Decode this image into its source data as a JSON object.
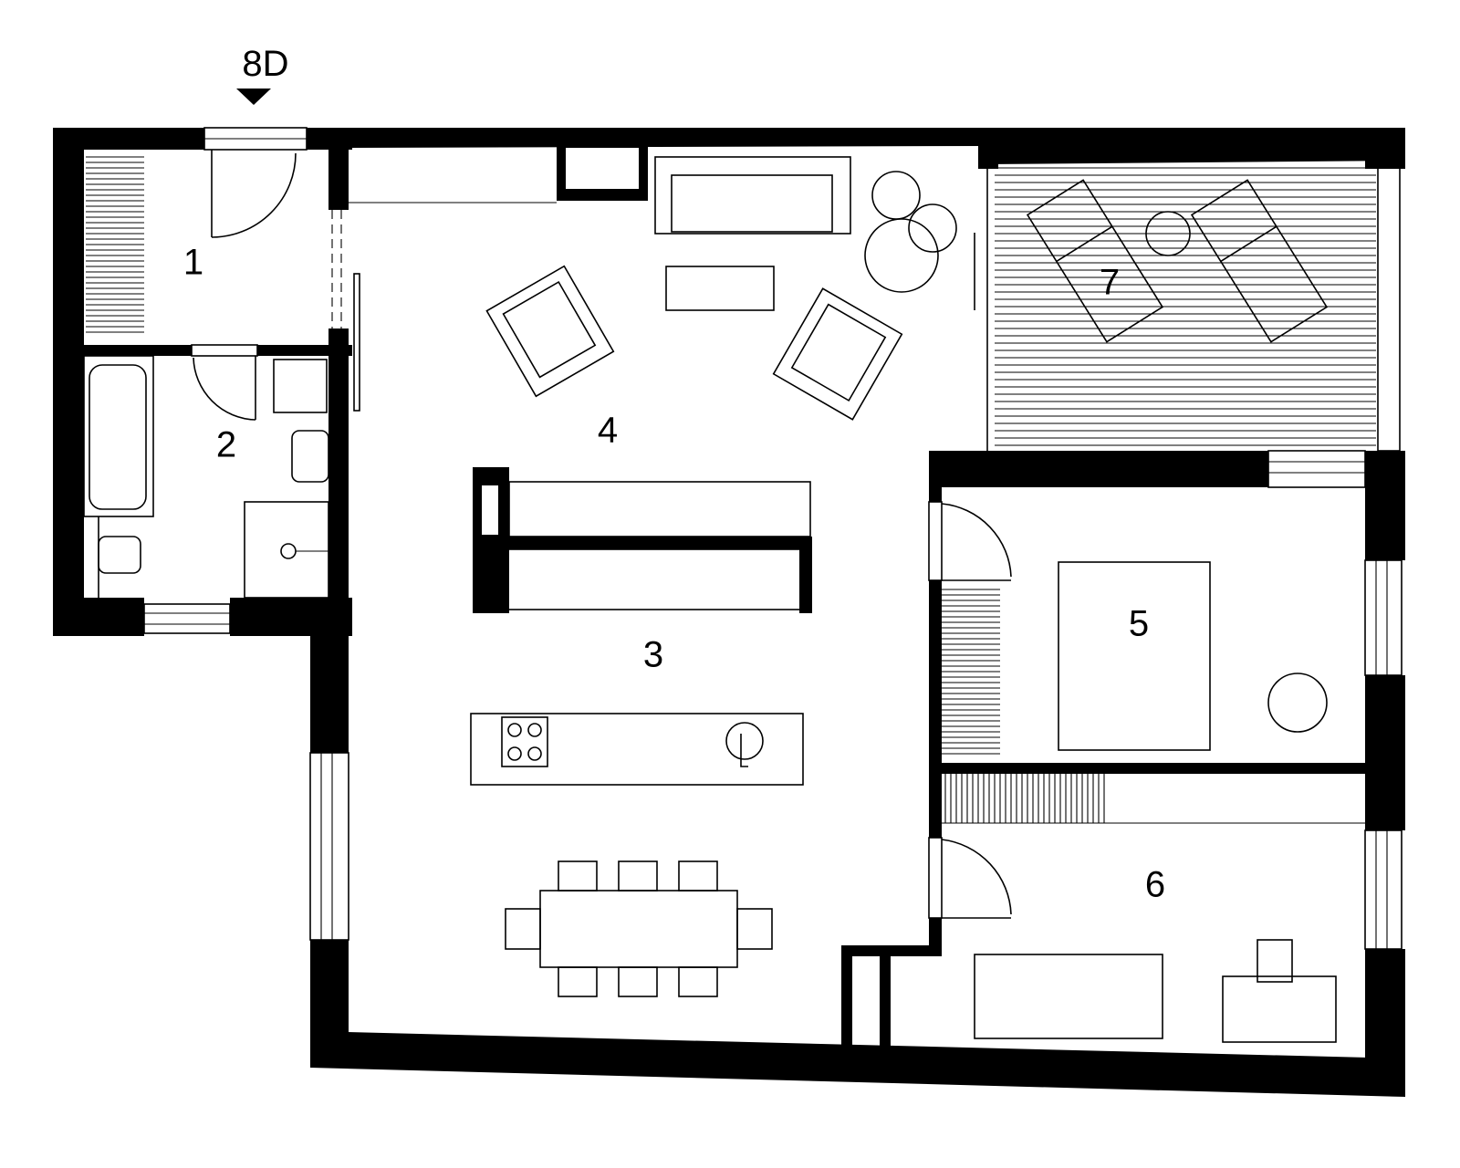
{
  "unit": {
    "label": "8D"
  },
  "rooms": [
    {
      "number": "1"
    },
    {
      "number": "2"
    },
    {
      "number": "3"
    },
    {
      "number": "4"
    },
    {
      "number": "5"
    },
    {
      "number": "6"
    },
    {
      "number": "7"
    }
  ]
}
